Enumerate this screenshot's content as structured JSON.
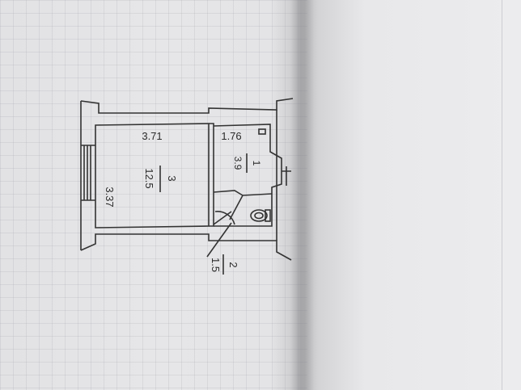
{
  "rooms": [
    {
      "number": "1",
      "area": "3.9"
    },
    {
      "number": "2",
      "area": "1.5"
    },
    {
      "number": "3",
      "area": "12.5"
    }
  ],
  "dimensions": {
    "room3_width": "3.71",
    "room3_length": "3.37",
    "room1_width": "1.76"
  }
}
